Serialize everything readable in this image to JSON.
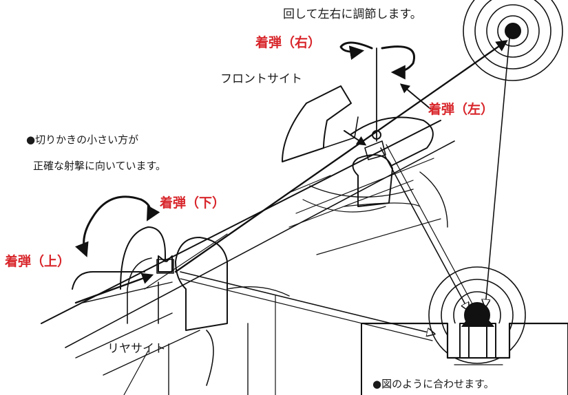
{
  "labels": {
    "adjust": "回して左右に調節します。",
    "impact_right": "着弾（右）",
    "impact_left": "着弾（左）",
    "front_sight": "フロントサイト",
    "notch_line1": "●切りかきの小さい方が",
    "notch_line2": "正確な射撃に向いています。",
    "impact_down": "着弾（下）",
    "impact_up": "着弾（上）",
    "rear_sight": "リヤサイト",
    "align": "●図のように合わせます。"
  },
  "colors": {
    "label_red": "#d8262b",
    "ink": "#1a1a1a"
  }
}
